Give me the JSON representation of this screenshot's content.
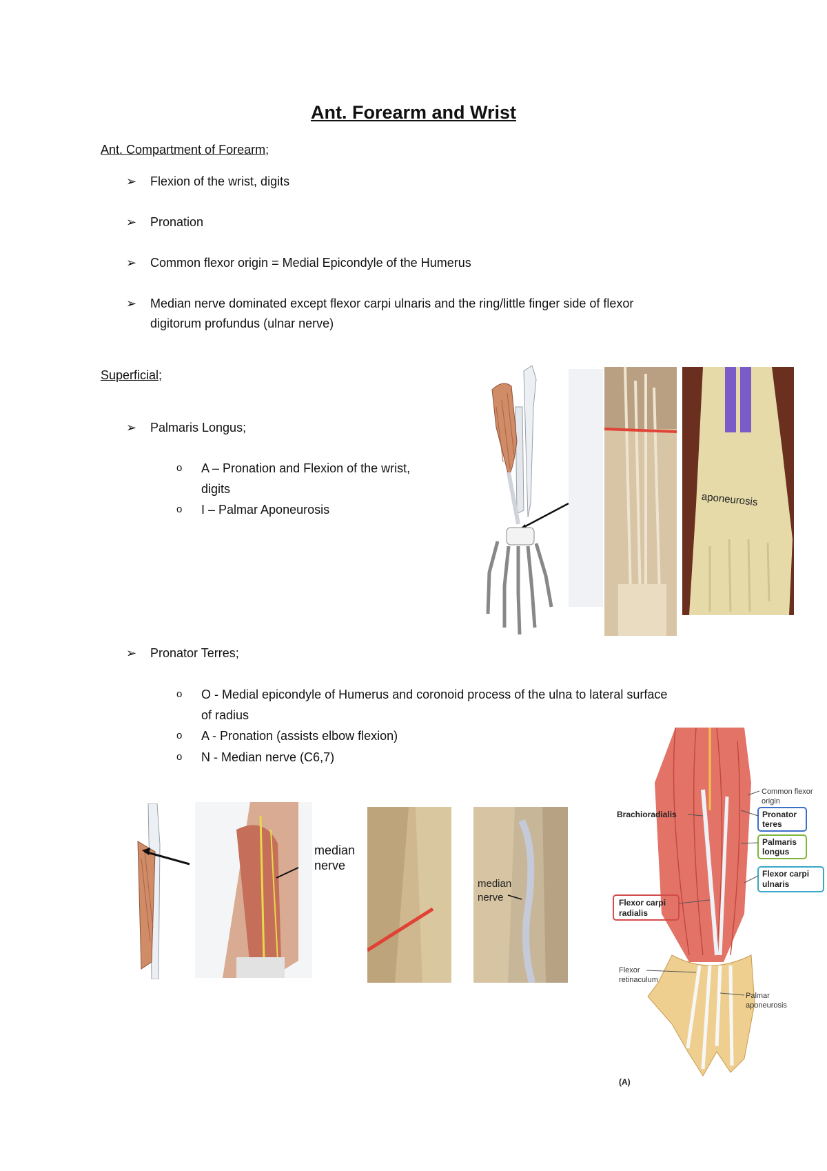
{
  "title": "Ant. Forearm and Wrist",
  "sections": {
    "compartment_heading": "Ant. Compartment of Forearm;",
    "compartment_bullets": [
      "Flexion of the wrist, digits",
      "Pronation",
      "Common flexor origin = Medial Epicondyle of the Humerus",
      "Median nerve dominated except flexor carpi ulnaris and the ring/little finger side of flexor",
      "digitorum profundus (ulnar nerve)"
    ],
    "superficial_heading": "Superficial;",
    "palmaris": {
      "label": "Palmaris Longus;",
      "items": [
        "A – Pronation and Flexion of the wrist,",
        "digits",
        "I – Palmar Aponeurosis"
      ]
    },
    "pronator": {
      "label": "Pronator Terres;",
      "items": [
        "O - Medial epicondyle of Humerus and coronoid process of the ulna to lateral surface",
        "of radius",
        "A - Pronation (assists elbow flexion)",
        "N - Median nerve (C6,7)"
      ]
    }
  },
  "figures": {
    "aponeurosis_label": "aponeurosis",
    "median_nerve_label_1": "median",
    "median_nerve_label_2": "nerve",
    "median_nerve_label_3": "median",
    "median_nerve_label_4": "nerve",
    "atlas": {
      "brachioradialis": "Brachioradialis",
      "common_flexor_1": "Common flexor",
      "common_flexor_2": "origin",
      "pronator_teres_1": "Pronator",
      "pronator_teres_2": "teres",
      "palmaris_longus_1": "Palmaris",
      "palmaris_longus_2": "longus",
      "fcu_1": "Flexor carpi",
      "fcu_2": "ulnaris",
      "fcr_1": "Flexor carpi",
      "fcr_2": "radialis",
      "flexor_retinaculum_1": "Flexor",
      "flexor_retinaculum_2": "retinaculum",
      "palmar_aponeurosis_1": "Palmar",
      "palmar_aponeurosis_2": "aponeurosis",
      "panel": "(A)"
    }
  }
}
